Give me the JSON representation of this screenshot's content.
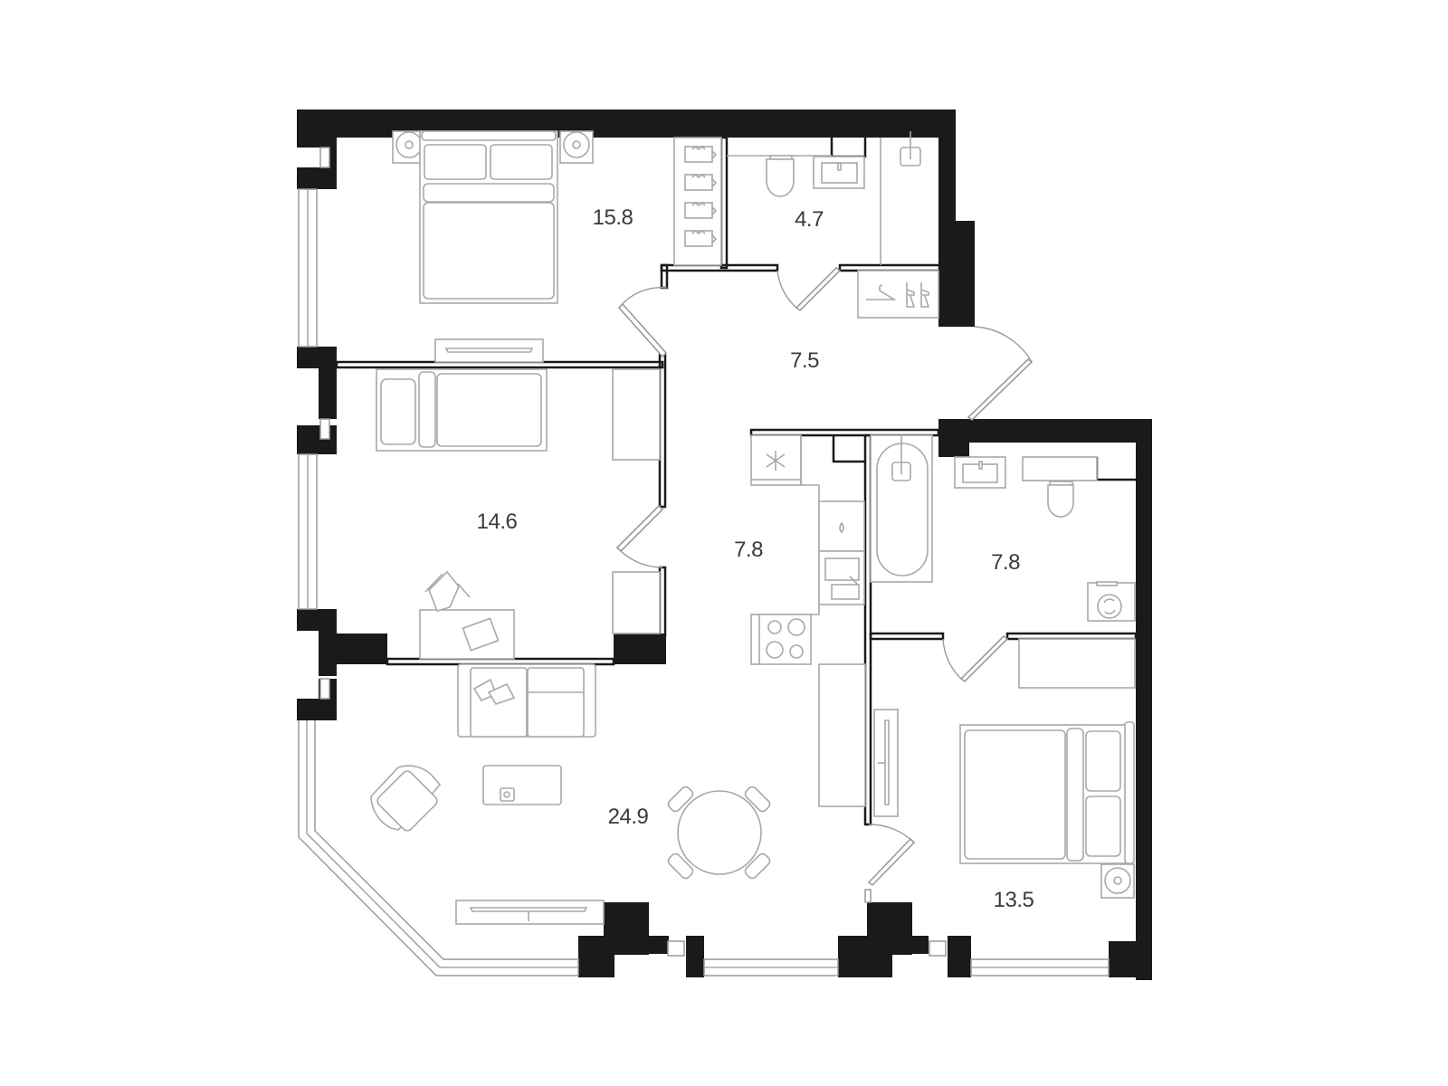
{
  "plan": {
    "type": "apartment-floor-plan",
    "colors": {
      "wall": "#1a1a1a",
      "furniture": "#a8a8a8",
      "label": "#3a3a3a",
      "background": "#ffffff"
    },
    "rooms": [
      {
        "id": "bedroom-1",
        "name": "bedroom",
        "area": "15.8"
      },
      {
        "id": "wc",
        "name": "toilet",
        "area": "4.7"
      },
      {
        "id": "hallway",
        "name": "hallway",
        "area": "7.5"
      },
      {
        "id": "bedroom-2",
        "name": "bedroom-study",
        "area": "14.6"
      },
      {
        "id": "kitchen",
        "name": "kitchen",
        "area": "7.8"
      },
      {
        "id": "bathroom",
        "name": "bathroom",
        "area": "7.8"
      },
      {
        "id": "living",
        "name": "living-room",
        "area": "24.9"
      },
      {
        "id": "bedroom-3",
        "name": "master-bedroom",
        "area": "13.5"
      }
    ]
  }
}
